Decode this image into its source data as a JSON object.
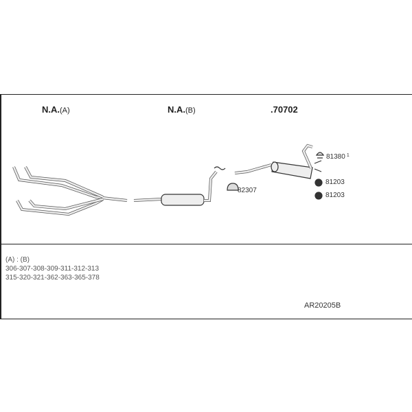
{
  "sections": [
    {
      "label": "N.A.",
      "suffix": "(A)"
    },
    {
      "label": "N.A.",
      "suffix": "(B)"
    },
    {
      "label": ".70702"
    }
  ],
  "parts": {
    "clamp": "82307",
    "hanger": "81380",
    "hanger_sup": "1",
    "rubber1": "81203",
    "rubber2": "81203"
  },
  "notes": {
    "legend": "(A)  : (B) ",
    "line1": "306-307-308-309-311-312-313",
    "line2": "315-320-321-362-363-365-378"
  },
  "code": "AR20205B"
}
